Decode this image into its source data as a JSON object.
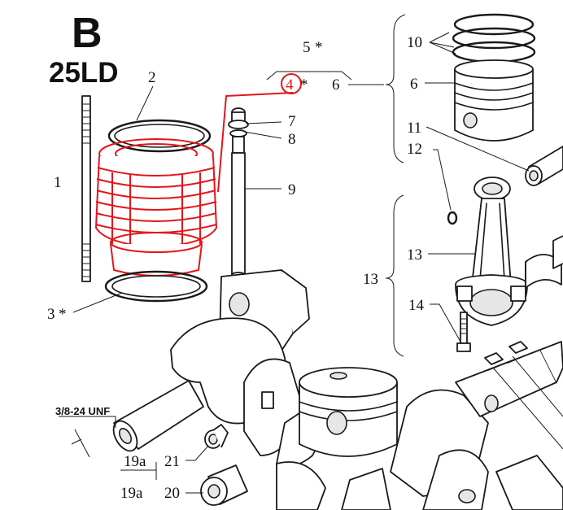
{
  "header": {
    "letter": "B",
    "model": "25LD"
  },
  "colors": {
    "ink": "#1a1a1a",
    "highlight": "#e3161b",
    "background": "#ffffff"
  },
  "thread_spec": "3/8-24 UNF",
  "labels": {
    "n1": "1",
    "n2": "2",
    "n3": "3",
    "n4": "4",
    "n5": "5",
    "n6a": "6",
    "n6b": "6",
    "n7": "7",
    "n8": "8",
    "n9": "9",
    "n10": "10",
    "n11": "11",
    "n12": "12",
    "n13a": "13",
    "n13b": "13",
    "n14": "14",
    "n19a_1": "19a",
    "n19a_2": "19a",
    "n20": "20",
    "n21": "21",
    "star": "*"
  },
  "highlighted_part": "4",
  "highlight_marker": "circle-outline"
}
